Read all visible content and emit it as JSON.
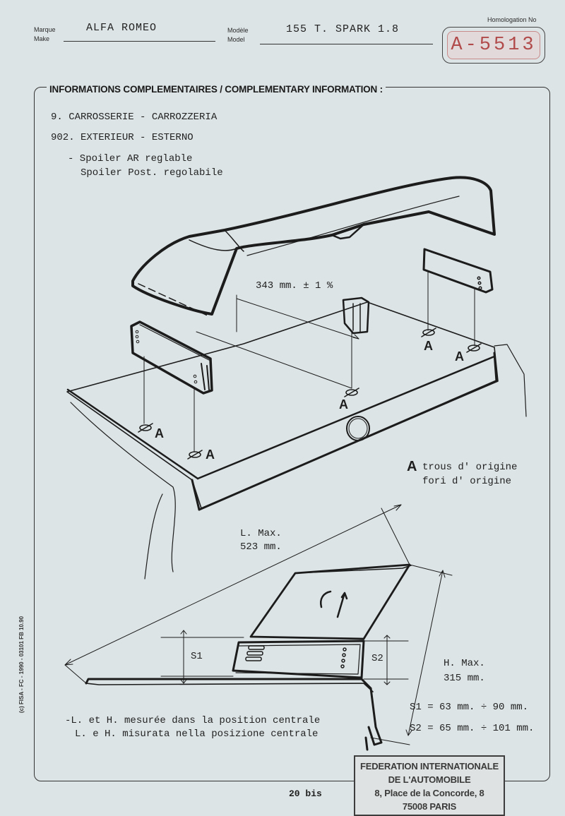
{
  "header": {
    "marque_label": "Marque",
    "make_label": "Make",
    "marque_value": "ALFA ROMEO",
    "modele_label": "Modèle",
    "model_label": "Model",
    "model_value": "155 T. SPARK 1.8",
    "homologation_label": "Homologation No",
    "homologation_number": "A-5513"
  },
  "section": {
    "title": "INFORMATIONS COMPLEMENTAIRES / COMPLEMENTARY INFORMATION :",
    "line1": "9. CARROSSERIE - CARROZZERIA",
    "line2": "902. EXTERIEUR - ESTERNO",
    "line3": "- Spoiler AR reglable",
    "line4": "Spoiler Post. regolabile"
  },
  "drawing": {
    "distance_label": "343 mm. ± 1 %",
    "hole_marker": "A",
    "legend_fr": "trous d' origine",
    "legend_it": "fori d' origine",
    "length_label": "L. Max.",
    "length_value": "523 mm.",
    "s1_label": "S1",
    "s2_label": "S2",
    "height_label": "H. Max.",
    "height_value": "315 mm.",
    "s1_range": "S1 = 63 mm. ÷ 90 mm.",
    "s2_range": "S2 = 65 mm. ÷ 101 mm.",
    "note_fr": "-L. et H. mesurée dans la position centrale",
    "note_it": "L. e H. misurata nella posizione centrale"
  },
  "footer": {
    "side_text": "(c) FISA - FC - 1990 - 03101 FB 10.90",
    "page_number": "20 bis",
    "stamp_line1": "FEDERATION INTERNATIONALE",
    "stamp_line2": "DE L'AUTOMOBILE",
    "stamp_line3": "8, Place de la Concorde, 8",
    "stamp_line4": "75008 PARIS"
  }
}
